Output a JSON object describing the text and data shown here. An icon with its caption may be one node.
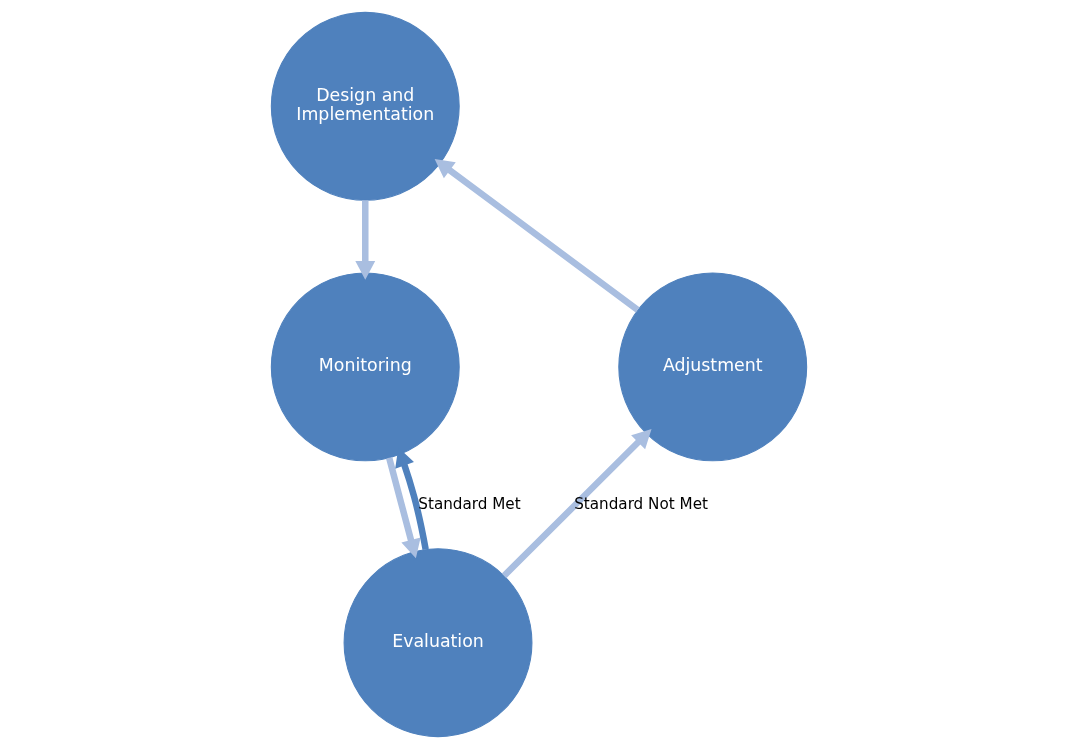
{
  "diagram": {
    "nodes": [
      {
        "text": [
          "Design and Implementation"
        ]
      },
      {
        "text": [
          "Monitoring"
        ]
      },
      {
        "text": [
          "Evaluation"
        ]
      },
      {
        "text": [
          "Adjustment"
        ]
      }
    ],
    "edges": [
      {
        "from": 3,
        "to": 0,
        "arrow": "to"
      },
      {
        "from": 0,
        "to": 1,
        "arrow": "to"
      },
      {
        "from": 1,
        "to": 2,
        "arrow": "to"
      },
      {
        "from": 2,
        "to": 1,
        "arrow": "to",
        "label": "Standard Met",
        "color": "#4f81bd"
      },
      {
        "from": 2,
        "to": 3,
        "arrow": "to",
        "label": "Standard Not Met"
      }
    ]
  }
}
